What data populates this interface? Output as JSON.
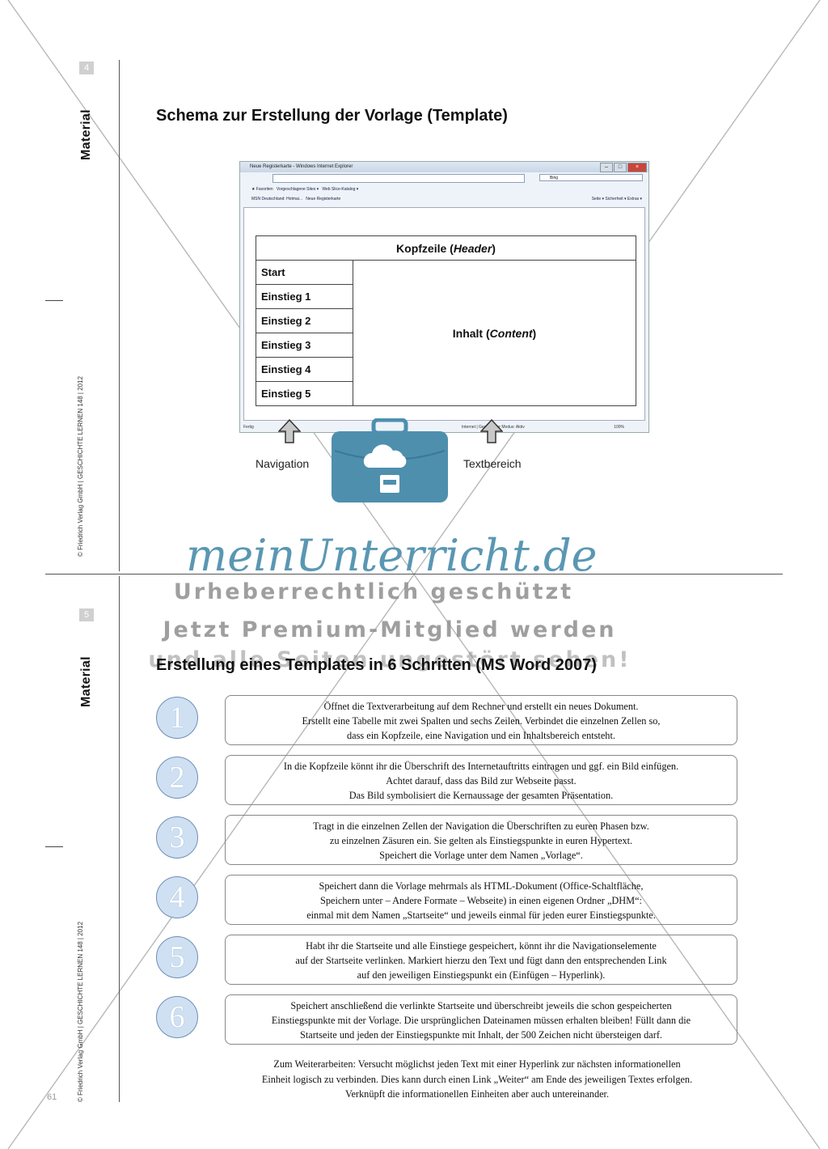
{
  "sidebar": {
    "top_page_box": "4",
    "bottom_page_box": "5",
    "material_label": "Material",
    "copyright": "© Friedrich Verlag GmbH | GESCHICHTE LERNEN 148 | 2012",
    "page_number": "61"
  },
  "section1": {
    "title": "Schema zur Erstellung der Vorlage (Template)",
    "browser": {
      "window_title": "Neue Registerkarte - Windows Internet Explorer",
      "search_placeholder": "Bing",
      "favorites": "Favoriten",
      "fav_suggested": "Vorgeschlagene Sites ▾",
      "fav_slice": "Web Slice-Katalog ▾",
      "tab1": "MSN Deutschland: Hotmai...",
      "tab2": "Neue Registerkarte",
      "tools": "Seite ▾  Sicherheit ▾  Extras ▾",
      "status_left": "Fertig",
      "status_mid": "Internet | Geschützter Modus: Aktiv",
      "status_zoom": "100%"
    },
    "template_table": {
      "header": "Kopfzeile (",
      "header_em": "Header",
      "header_end": ")",
      "nav": [
        "Start",
        "Einstieg 1",
        "Einstieg 2",
        "Einstieg 3",
        "Einstieg 4",
        "Einstieg 5"
      ],
      "content": "Inhalt (",
      "content_em": "Content",
      "content_end": ")"
    },
    "label_navigation": "Navigation",
    "label_textbereich": "Textbereich"
  },
  "watermark": {
    "logo": "meinUnterricht.de",
    "line1": "Urheberrechtlich geschützt",
    "line2": "Jetzt Premium-Mitglied werden",
    "line3": "und alle Seiten ungestört sehen!"
  },
  "section2": {
    "title": "Erstellung eines Templates in 6 Schritten (MS Word 2007)",
    "steps": [
      {
        "num": "1",
        "lines": [
          "Öffnet die Textverarbeitung auf dem Rechner und erstellt ein neues Dokument.",
          "Erstellt eine Tabelle mit zwei Spalten und sechs Zeilen. Verbindet die einzelnen Zellen so,",
          "dass ein Kopfzeile, eine Navigation und ein Inhaltsbereich entsteht."
        ]
      },
      {
        "num": "2",
        "lines": [
          "In die Kopfzeile könnt ihr die Überschrift des Internetauftritts eintragen und ggf. ein Bild einfügen.",
          "Achtet darauf, dass das Bild zur Webseite passt.",
          "Das Bild symbolisiert die Kernaussage  der gesamten Präsentation."
        ]
      },
      {
        "num": "3",
        "lines": [
          "Tragt in die einzelnen Zellen der Navigation die Überschriften zu euren Phasen bzw.",
          "zu einzelnen Zäsuren ein. Sie gelten als Einstiegspunkte in euren Hypertext.",
          "Speichert die Vorlage unter dem Namen „Vorlage“."
        ]
      },
      {
        "num": "4",
        "lines": [
          "Speichert dann die Vorlage mehrmals als HTML-Dokument (Office-Schaltfläche,",
          "Speichern unter – Andere Formate – Webseite) in einen eigenen Ordner „DHM“:",
          "einmal mit dem Namen „Startseite“ und jeweils einmal für jeden eurer Einstiegspunkte."
        ]
      },
      {
        "num": "5",
        "lines": [
          "Habt ihr die Startseite und alle Einstiege gespeichert, könnt ihr die Navigationselemente",
          "auf der Startseite verlinken. Markiert hierzu den Text und fügt dann den entsprechenden Link",
          "auf den jeweiligen Einstiegspunkt ein (Einfügen – Hyperlink)."
        ]
      },
      {
        "num": "6",
        "lines": [
          "Speichert anschließend die verlinkte Startseite und überschreibt jeweils die schon gespeicherten",
          "Einstiegspunkte mit der Vorlage. Die ursprünglichen Dateinamen müssen erhalten bleiben! Füllt dann die",
          "Startseite und jeden der Einstiegspunkte mit Inhalt, der 500 Zeichen nicht übersteigen darf."
        ]
      }
    ],
    "footer_lines": [
      "Zum Weiterarbeiten: Versucht möglichst jeden Text mit einer Hyperlink zur nächsten informationellen",
      "Einheit logisch zu verbinden. Dies kann durch einen Link „Weiter“  am Ende des jeweiligen Textes erfolgen.",
      "Verknüpft die informationellen Einheiten aber auch untereinander."
    ]
  }
}
